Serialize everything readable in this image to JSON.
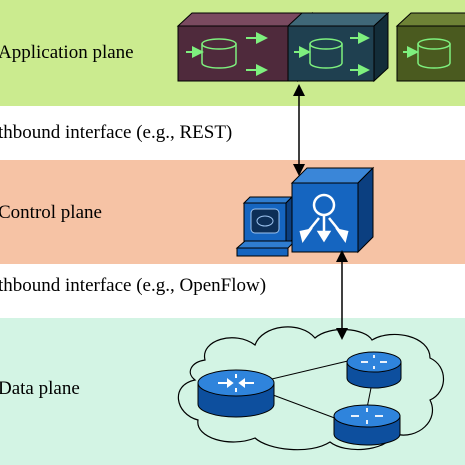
{
  "planes": {
    "application": {
      "label": "Application plane",
      "color": "#cbeb8f"
    },
    "northbound": {
      "label": "thbound interface (e.g., REST)"
    },
    "control": {
      "label": "Control plane",
      "color": "#f6c3a5"
    },
    "southbound": {
      "label": "thbound interface (e.g., OpenFlow)"
    },
    "data": {
      "label": "Data plane",
      "color": "#d3f4e4"
    }
  },
  "app_boxes": [
    {
      "name": "app-box-1",
      "front": "#4f2a3c",
      "top": "#7a4a60",
      "side": "#3a1c2b"
    },
    {
      "name": "app-box-2",
      "front": "#1f4050",
      "top": "#3f6878",
      "side": "#132d39"
    },
    {
      "name": "app-box-3",
      "front": "#4a5a1f",
      "top": "#6e8236",
      "side": "#344213"
    }
  ],
  "icons": {
    "application": "database-icon",
    "controller": "sdn-controller-icon",
    "workstation": "computer-workstation-icon",
    "router": "router-icon",
    "network": "network-cloud-icon"
  },
  "colors": {
    "box_arrow": "#7ef07e",
    "controller": "#1565c0",
    "router": "#1f6fc4"
  }
}
